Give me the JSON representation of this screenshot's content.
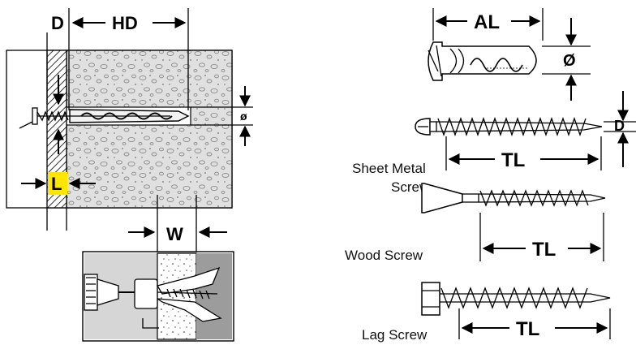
{
  "labels": {
    "D_depth": "D",
    "HD": "HD",
    "hole_dia": "ø",
    "L": "L",
    "W": "W",
    "AL": "AL",
    "anchor_dia": "Ø",
    "D_screw": "D",
    "TL_sheet": "TL",
    "TL_wood": "TL",
    "TL_lag": "TL"
  },
  "captions": {
    "sheet_metal_line1": "Sheet Metal",
    "sheet_metal_line2": "Screw",
    "wood_screw": "Wood Screw",
    "lag_screw": "Lag Screw"
  },
  "colors": {
    "concrete": "#e0e0e0",
    "highlight": "#ffe600",
    "wall_dark": "#9c9c9c",
    "wall_light": "#d6d6d6"
  }
}
